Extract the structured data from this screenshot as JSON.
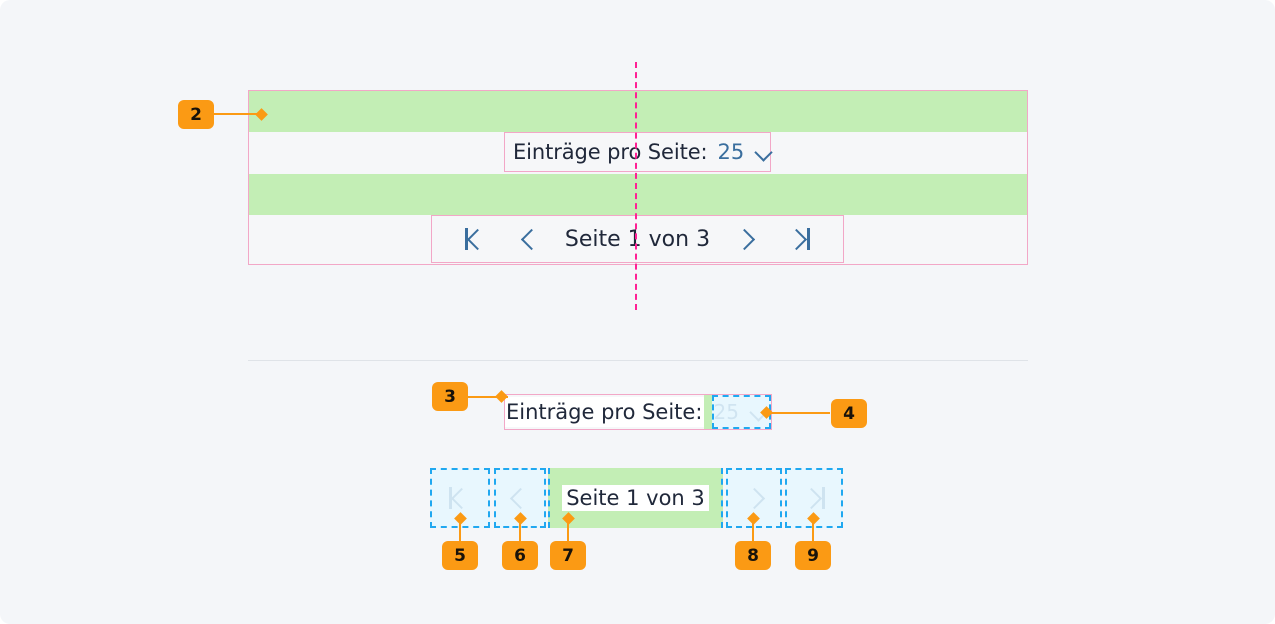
{
  "component": {
    "per_page_label": "Einträge pro Seite:",
    "per_page_value": "25",
    "page_status": "Seite 1 von 3",
    "icons": {
      "first": "first-page-icon",
      "prev": "previous-page-icon",
      "next": "next-page-icon",
      "last": "last-page-icon",
      "dropdown": "chevron-down-icon"
    }
  },
  "annotations": {
    "a2": "2",
    "a3": "3",
    "a4": "4",
    "a5": "5",
    "a6": "6",
    "a7": "7",
    "a8": "8",
    "a9": "9"
  },
  "colors": {
    "highlight_green": "#c3eeb5",
    "outline_pink": "#f2a7c7",
    "centerline_magenta": "#ff2095",
    "callout_orange": "#fb9a14",
    "selection_blue": "#20a8f0",
    "selection_fill": "#e8f7fe",
    "control_blue": "#3a6e9e",
    "page_background": "#f4f6f9"
  }
}
